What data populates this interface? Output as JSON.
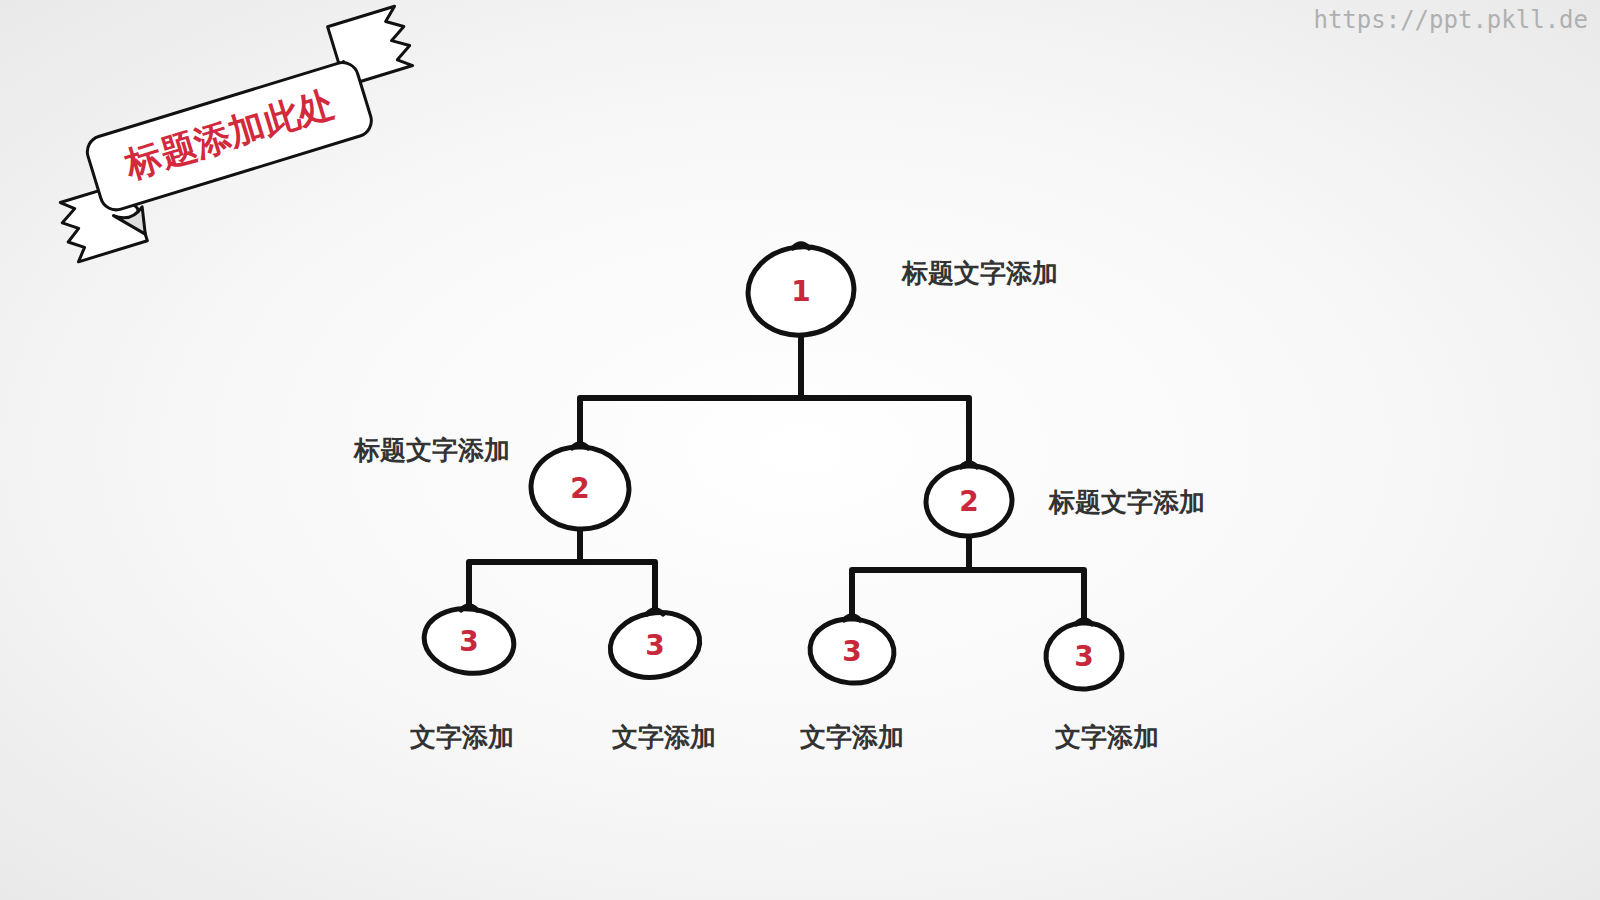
{
  "diagram": {
    "title": "标题添加此处",
    "nodes": [
      {
        "text": [
          "1",
          "标题文字添加"
        ]
      },
      {
        "text": [
          "2",
          "标题文字添加"
        ]
      },
      {
        "text": [
          "2",
          "标题文字添加"
        ]
      },
      {
        "text": [
          "3",
          "文字添加"
        ]
      },
      {
        "text": [
          "3",
          "文字添加"
        ]
      },
      {
        "text": [
          "3",
          "文字添加"
        ]
      },
      {
        "text": [
          "3",
          "文字添加"
        ]
      }
    ],
    "edges": [
      {
        "from": 0,
        "to": 1,
        "arrow": "none"
      },
      {
        "from": 0,
        "to": 2,
        "arrow": "none"
      },
      {
        "from": 1,
        "to": 3,
        "arrow": "none"
      },
      {
        "from": 1,
        "to": 4,
        "arrow": "none"
      },
      {
        "from": 2,
        "to": 5,
        "arrow": "none"
      },
      {
        "from": 2,
        "to": 6,
        "arrow": "none"
      }
    ],
    "labels": [
      "https://ppt.pkll.de"
    ]
  }
}
